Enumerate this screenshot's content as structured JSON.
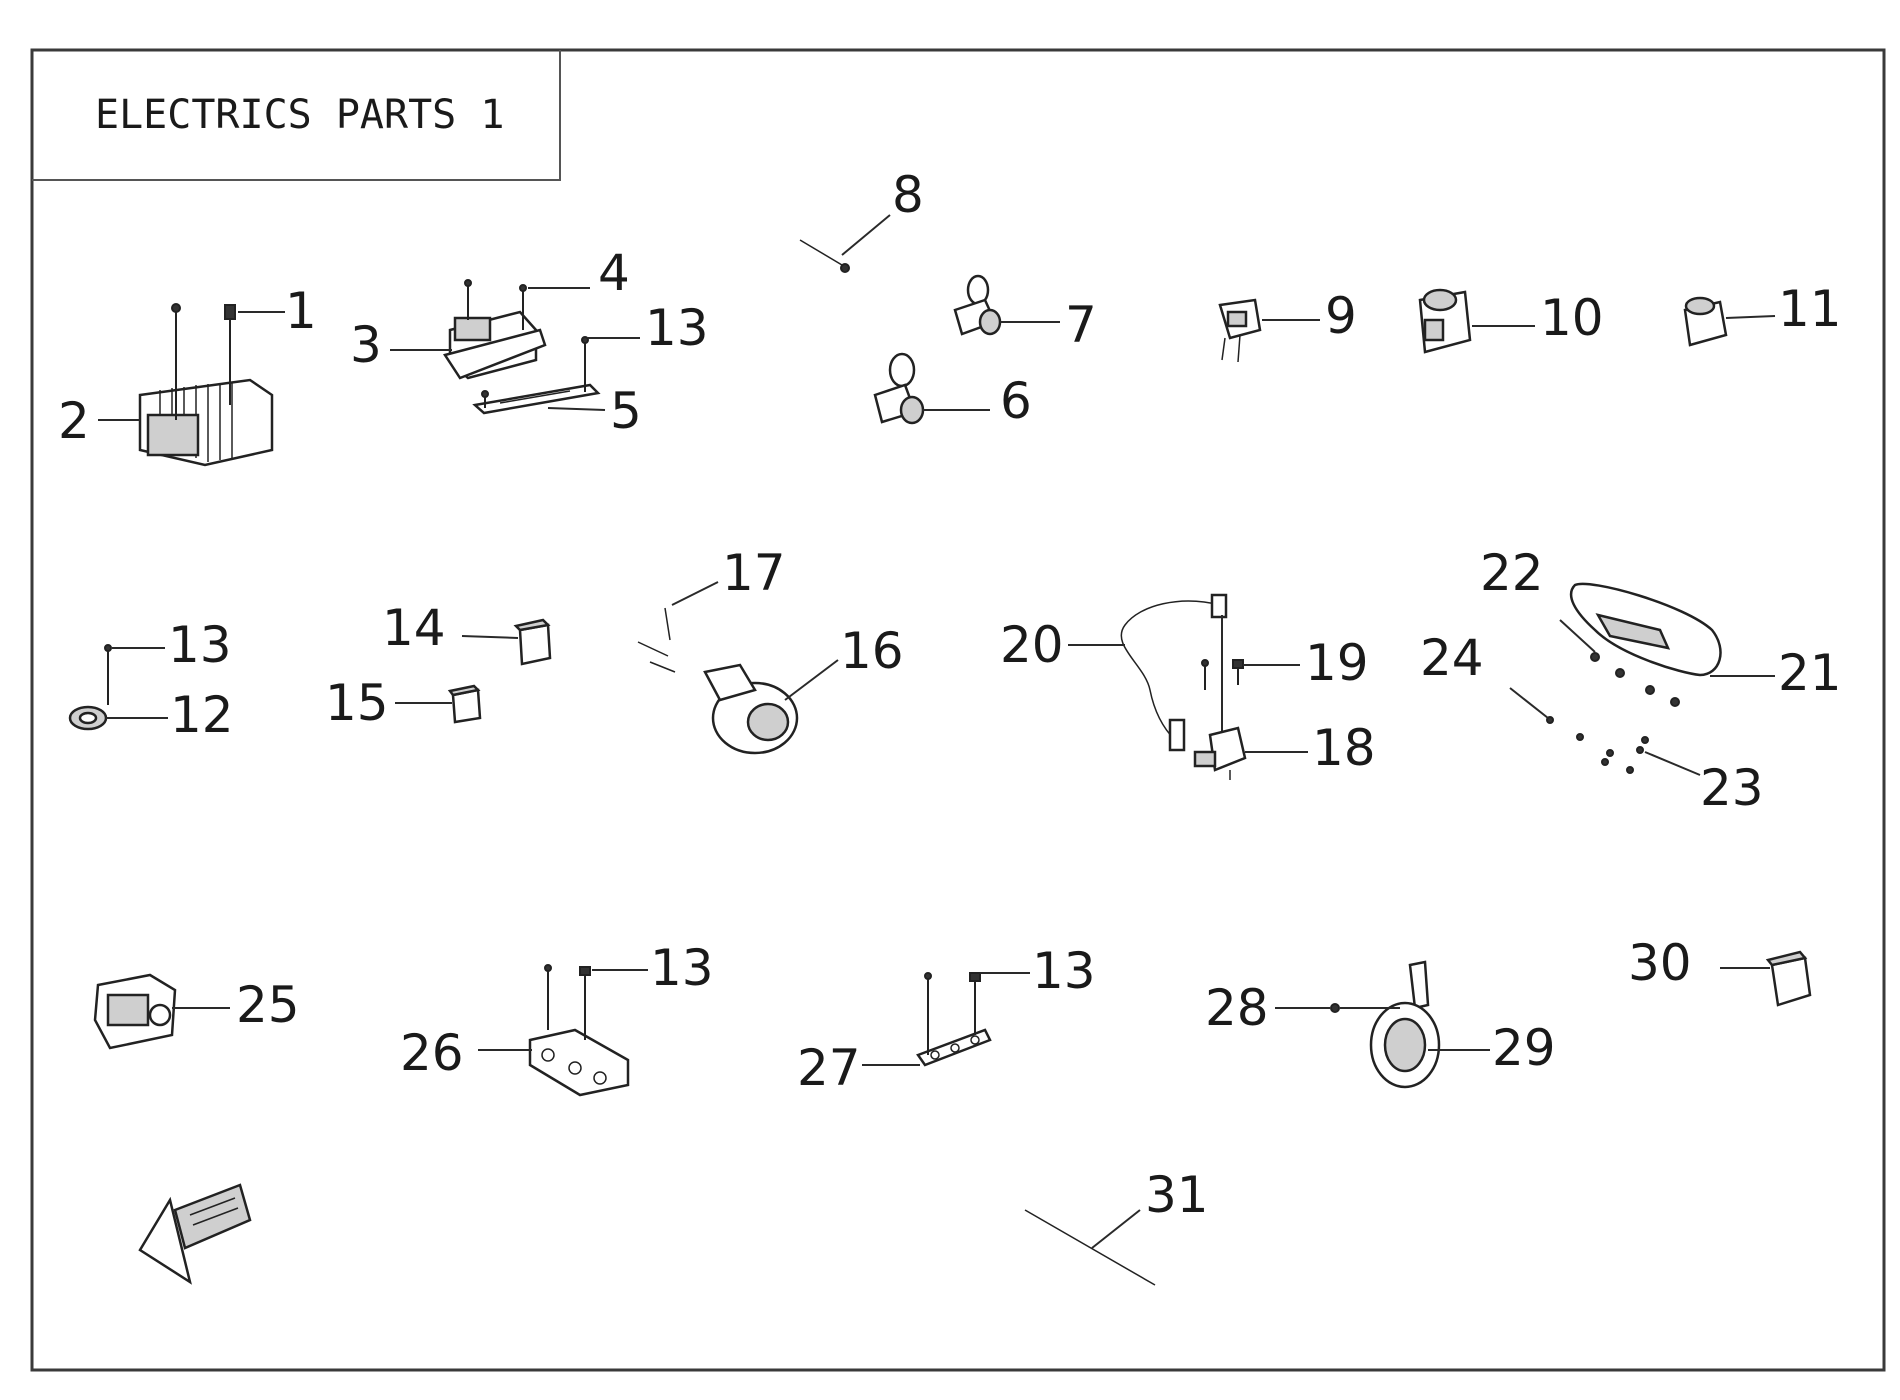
{
  "title": "ELECTRICS PARTS 1",
  "callouts": [
    {
      "id": "c1",
      "text": "1"
    },
    {
      "id": "c2",
      "text": "2"
    },
    {
      "id": "c3",
      "text": "3"
    },
    {
      "id": "c4",
      "text": "4"
    },
    {
      "id": "c13a",
      "text": "13"
    },
    {
      "id": "c5",
      "text": "5"
    },
    {
      "id": "c8",
      "text": "8"
    },
    {
      "id": "c7",
      "text": "7"
    },
    {
      "id": "c6",
      "text": "6"
    },
    {
      "id": "c9",
      "text": "9"
    },
    {
      "id": "c10",
      "text": "10"
    },
    {
      "id": "c11",
      "text": "11"
    },
    {
      "id": "c13b",
      "text": "13"
    },
    {
      "id": "c12",
      "text": "12"
    },
    {
      "id": "c14",
      "text": "14"
    },
    {
      "id": "c15",
      "text": "15"
    },
    {
      "id": "c17",
      "text": "17"
    },
    {
      "id": "c16",
      "text": "16"
    },
    {
      "id": "c20",
      "text": "20"
    },
    {
      "id": "c19",
      "text": "19"
    },
    {
      "id": "c18",
      "text": "18"
    },
    {
      "id": "c22",
      "text": "22"
    },
    {
      "id": "c24",
      "text": "24"
    },
    {
      "id": "c21",
      "text": "21"
    },
    {
      "id": "c23",
      "text": "23"
    },
    {
      "id": "c25",
      "text": "25"
    },
    {
      "id": "c13c",
      "text": "13"
    },
    {
      "id": "c26",
      "text": "26"
    },
    {
      "id": "c13d",
      "text": "13"
    },
    {
      "id": "c27",
      "text": "27"
    },
    {
      "id": "c28",
      "text": "28"
    },
    {
      "id": "c29",
      "text": "29"
    },
    {
      "id": "c30",
      "text": "30"
    },
    {
      "id": "c31",
      "text": "31"
    }
  ]
}
